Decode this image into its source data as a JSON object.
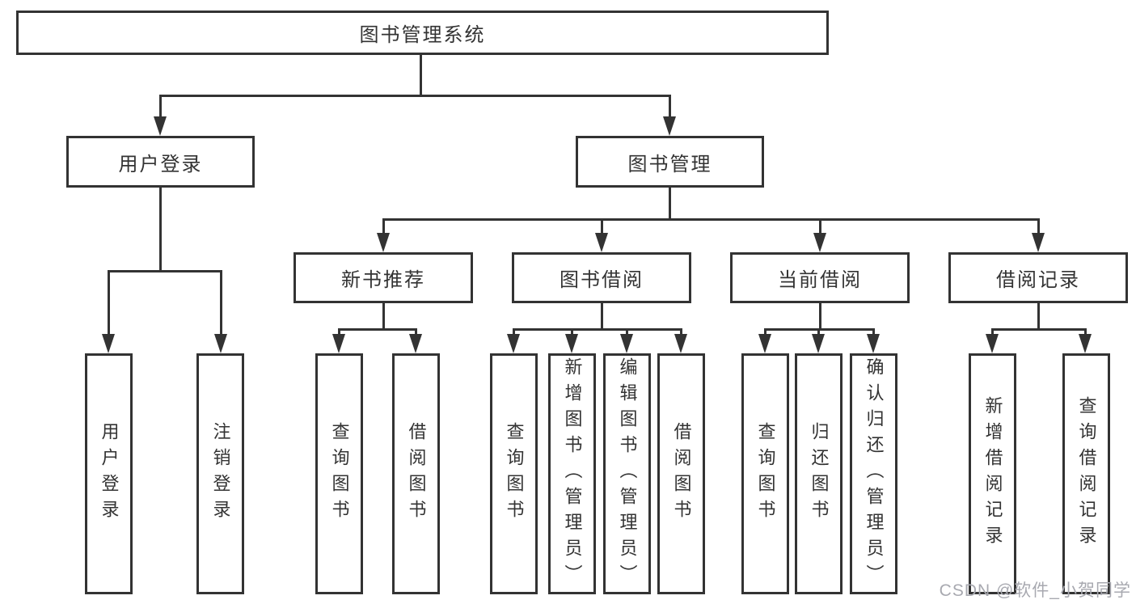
{
  "colors": {
    "line": "#333333",
    "text": "#333333",
    "background": "#ffffff",
    "watermark": "#a8a9b0"
  },
  "nodes": {
    "root": "图书管理系统",
    "user_login": "用户登录",
    "book_management": "图书管理",
    "new_book_recommend": "新书推荐",
    "book_borrowing": "图书借阅",
    "current_borrowing": "当前借阅",
    "borrowing_records": "借阅记录",
    "leaves": {
      "user_login": "用户登录",
      "logout": "注销登录",
      "recommend_query_books": "查询图书",
      "recommend_borrow_books": "借阅图书",
      "borrowing_query_books": "查询图书",
      "borrowing_add_books_admin": "新增图书（管理员）",
      "borrowing_edit_books_admin": "编辑图书（管理员）",
      "borrowing_borrow_books": "借阅图书",
      "current_query_books": "查询图书",
      "current_return_books": "归还图书",
      "current_confirm_return_admin": "确认归还（管理员）",
      "records_add_record": "新增借阅记录",
      "records_query_record": "查询借阅记录"
    }
  },
  "watermark": "CSDN @软件_小贺同学"
}
